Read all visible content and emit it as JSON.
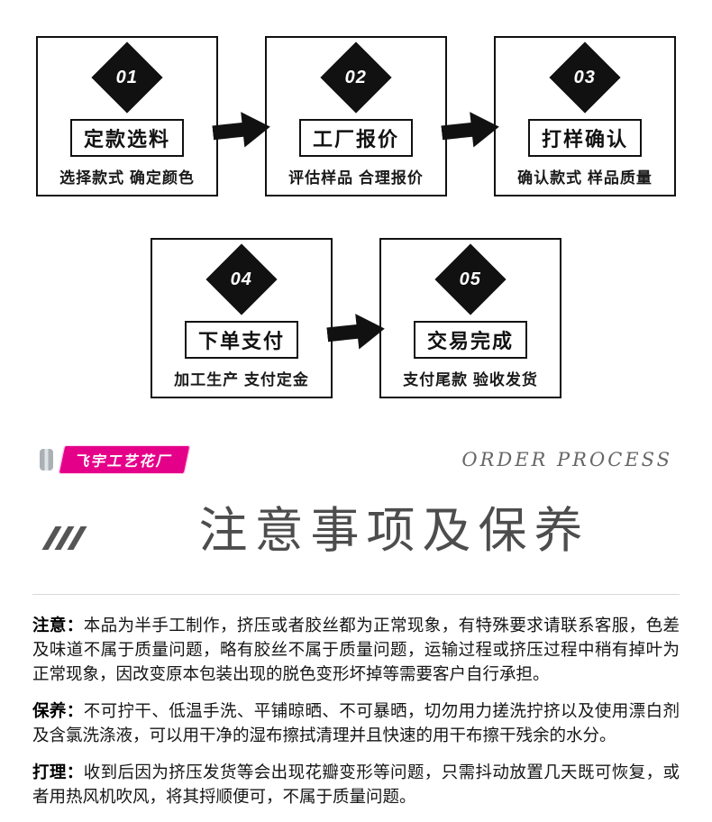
{
  "colors": {
    "brand_pink": "#e5008a",
    "ink": "#111111"
  },
  "process": {
    "steps": [
      {
        "num": "01",
        "title": "定款选料",
        "subtitle": "选择款式 确定颜色"
      },
      {
        "num": "02",
        "title": "工厂报价",
        "subtitle": "评估样品 合理报价"
      },
      {
        "num": "03",
        "title": "打样确认",
        "subtitle": "确认款式 样品质量"
      },
      {
        "num": "04",
        "title": "下单支付",
        "subtitle": "加工生产 支付定金"
      },
      {
        "num": "05",
        "title": "交易完成",
        "subtitle": "支付尾款 验收发货"
      }
    ]
  },
  "brand": {
    "name": "飞宇工艺花厂"
  },
  "watermark": "ORDER PROCESS",
  "section": {
    "title": "注意事项及保养"
  },
  "notes": [
    {
      "label": "注意：",
      "text": "本品为半手工制作，挤压或者胶丝都为正常现象，有特殊要求请联系客服，色差及味道不属于质量问题，略有胶丝不属于质量问题，运输过程或挤压过程中稍有掉叶为正常现象，因改变原本包装出现的脱色变形坏掉等需要客户自行承担。"
    },
    {
      "label": "保养：",
      "text": "不可拧干、低温手洗、平铺晾晒、不可暴晒，切勿用力搓洗拧挤以及使用漂白剂及含氯洗涤液，可以用干净的湿布擦拭清理并且快速的用干布擦干残余的水分。"
    },
    {
      "label": "打理：",
      "text": "收到后因为挤压发货等会出现花瓣变形等问题，只需抖动放置几天既可恢复，或者用热风机吹风，将其捋顺便可，不属于质量问题。"
    }
  ]
}
